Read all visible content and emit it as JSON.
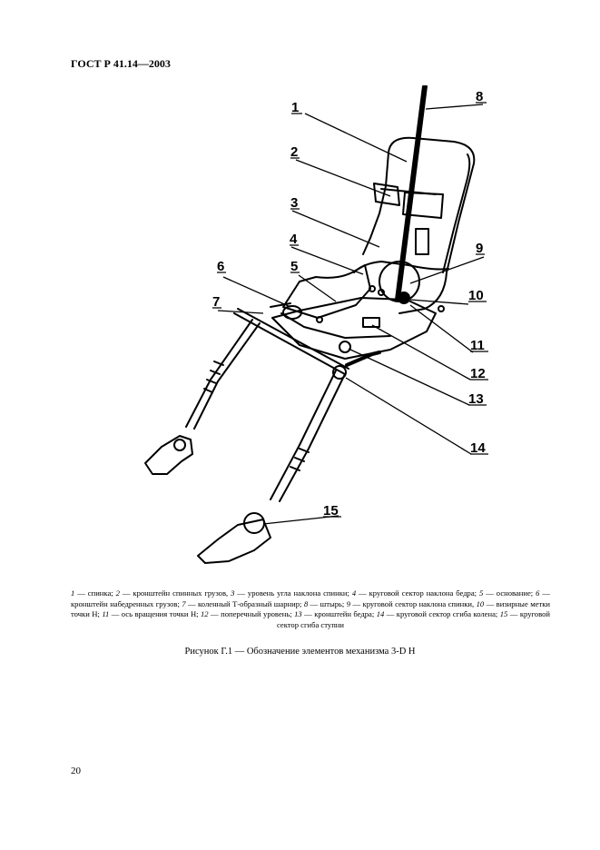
{
  "header": {
    "standard": "ГОСТ Р 41.14—2003"
  },
  "figure": {
    "callouts": [
      "1",
      "2",
      "3",
      "4",
      "5",
      "6",
      "7",
      "8",
      "9",
      "10",
      "11",
      "12",
      "13",
      "14",
      "15"
    ]
  },
  "legend": [
    {
      "num": "1",
      "text": "спинка;"
    },
    {
      "num": "2",
      "text": "кронштейн спинных грузов,"
    },
    {
      "num": "3",
      "text": "уровень угла наклона спинки;"
    },
    {
      "num": "4",
      "text": "круговой сектор наклона бедра;"
    },
    {
      "num": "5",
      "text": "основание;"
    },
    {
      "num": "6",
      "text": "кронштейн набедренных грузов;"
    },
    {
      "num": "7",
      "text": "коленный Т-образный шарнир;"
    },
    {
      "num": "8",
      "text": "штырь;"
    },
    {
      "num": "9",
      "text": "круговой сектор наклона спинки,"
    },
    {
      "num": "10",
      "text": "визирные метки точки Н;"
    },
    {
      "num": "11",
      "text": "ось вращения точки Н;"
    },
    {
      "num": "12",
      "text": "поперечный уровень;"
    },
    {
      "num": "13",
      "text": "кронштейн бедра;"
    },
    {
      "num": "14",
      "text": "круговой сектор сгиба колена;"
    },
    {
      "num": "15",
      "text": "круговой сектор сгиба ступни"
    }
  ],
  "caption": "Рисунок Г.1 — Обозначение элементов механизма 3-D Н",
  "page_number": "20"
}
